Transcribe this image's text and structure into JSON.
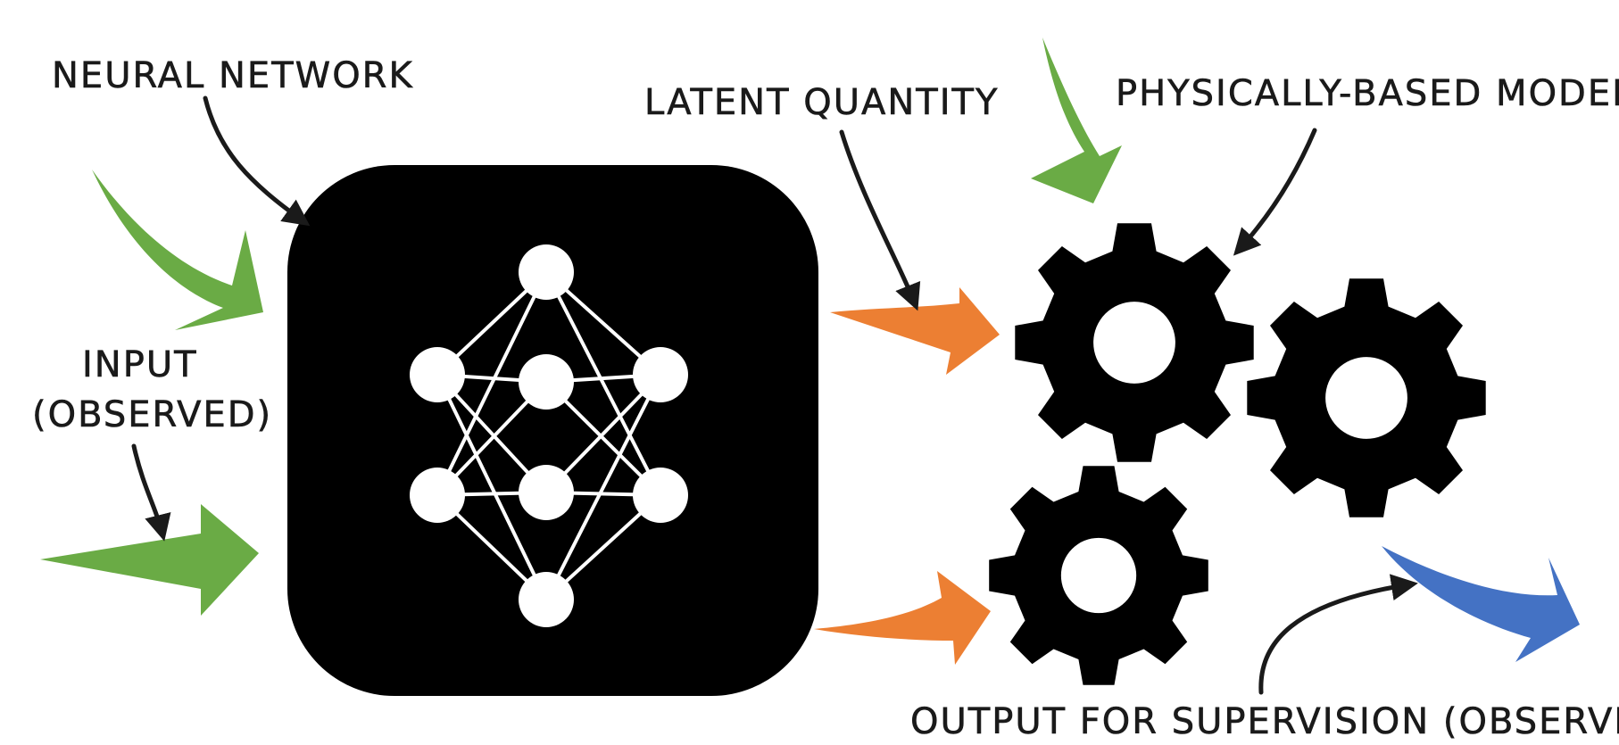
{
  "labels": {
    "neural_network": "NEURAL NETWORK",
    "latent_quantity": "LATENT QUANTITY",
    "physically_based_model": "PHYSICALLY-BASED MODEL",
    "input_line1": "INPUT",
    "input_line2": "(OBSERVED)",
    "output": "OUTPUT FOR SUPERVISION (OBSERVED)"
  },
  "colors": {
    "input_arrow": "#6aab45",
    "latent_arrow": "#ec7f33",
    "output_arrow": "#4472c4",
    "block": "#000000",
    "annotation": "#1a1a1a"
  },
  "icons": {
    "network": "neural-network-icon",
    "gears": [
      "gear-icon",
      "gear-icon",
      "gear-icon"
    ]
  }
}
